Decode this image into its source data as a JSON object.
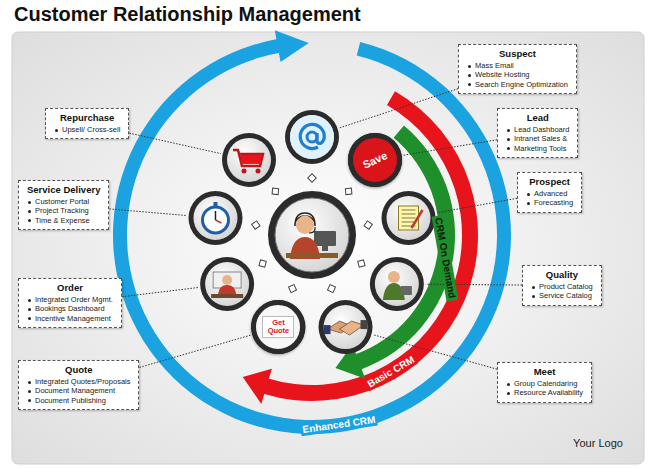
{
  "diagram": {
    "title": "Customer Relationship Management",
    "nodes": [
      {
        "text": [
          "Suspect",
          "Mass Email",
          "Website Hosting",
          "Search Engine Optimization"
        ]
      },
      {
        "text": [
          "Lead",
          "Lead Dashboard",
          "Intranet Sales &",
          "Marketing Tools"
        ]
      },
      {
        "text": [
          "Prospect",
          "Advanced",
          "Forecasting"
        ]
      },
      {
        "text": [
          "Quality",
          "Product Catalog",
          "Service Catalog"
        ]
      },
      {
        "text": [
          "Meet",
          "Group Calendaring",
          "Resource Availability"
        ]
      },
      {
        "text": [
          "Quote",
          "Integrated Quotes/Proposals",
          "Document Management",
          "Document Publishing"
        ]
      },
      {
        "text": [
          "Order",
          "Integrated Order Mgmt.",
          "Bookings Dashboard",
          "Incentive Management"
        ]
      },
      {
        "text": [
          "Service Delivery",
          "Customer Portal",
          "Project Tracking",
          "Time & Expense"
        ]
      },
      {
        "text": [
          "Repurchase",
          "Upsell/ Cross-sell"
        ]
      },
      {
        "text": [
          "Save"
        ]
      },
      {
        "text": [
          "Get Quote"
        ]
      }
    ],
    "edges": [
      {
        "from": 1,
        "to": 9,
        "arrow": "none"
      },
      {
        "from": 5,
        "to": 10,
        "arrow": "none"
      }
    ],
    "labels": [
      "CRM On Demand",
      "Basic CRM",
      "Enhanced CRM",
      "Your Logo"
    ]
  }
}
